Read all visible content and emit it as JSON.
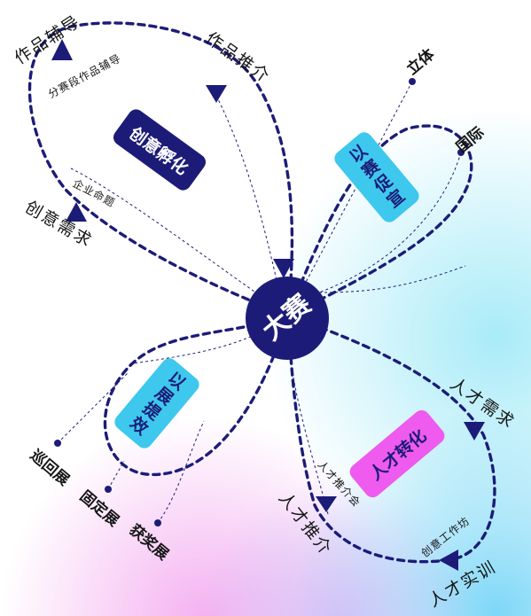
{
  "colors": {
    "navy": "#1c1c78",
    "cyan": "#3ec8ee",
    "magenta": "#ee5bee",
    "text": "#161616"
  },
  "hub": {
    "label": "大赛"
  },
  "boxes": {
    "incubation": "创意孵化",
    "promote": "以赛促宣",
    "exhibit": "以展提效",
    "transform": "人才转化"
  },
  "top_left_loop": {
    "works_coaching": "作品辅导",
    "staged_coaching": "分赛段作品辅导",
    "works_promotion": "作品推介",
    "enterprise_topic": "企业命题",
    "creative_demand": "创意需求"
  },
  "top_right_loop": {
    "stereo": "立体",
    "international": "国际"
  },
  "bottom_left_loop": {
    "touring": "巡回展",
    "fixed": "固定展",
    "award": "获奖展"
  },
  "bottom_right_loop": {
    "talent_demand": "人才需求",
    "talent_fair": "人才推介会",
    "talent_promotion": "人才推介",
    "workshop": "创意工作坊",
    "talent_training": "人才实训"
  },
  "icons": [
    "arrow-triangle-icon"
  ]
}
